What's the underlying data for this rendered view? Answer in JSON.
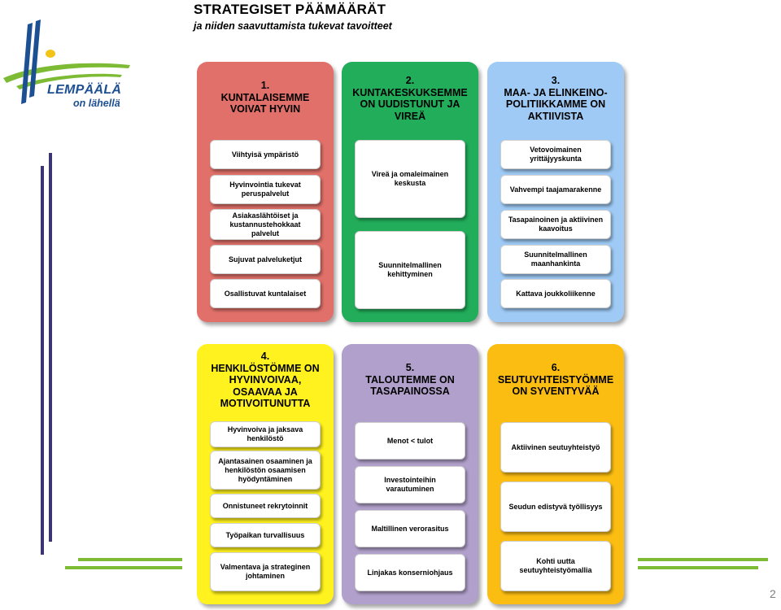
{
  "page": {
    "title": "STRATEGISET PÄÄMÄÄRÄT",
    "subtitle": "ja niiden saavuttamista tukevat tavoitteet",
    "page_number": "2"
  },
  "logo": {
    "name": "LEMPÄÄLÄ",
    "tagline": "on lähellä"
  },
  "colors": {
    "goal_1": "#e07069",
    "goal_2": "#21ad5a",
    "goal_3": "#9ecaf5",
    "goal_4": "#fff21e",
    "goal_5": "#b1a0cb",
    "goal_6": "#fbbd12",
    "logo_blue": "#1d4f93",
    "logo_green": "#7dbb35",
    "deco_purple": "#3b3573",
    "deco_green": "#7dbb35"
  },
  "goals": [
    {
      "number": "1.",
      "title": "KUNTALAISEMME\nVOIVAT HYVIN",
      "items": [
        "Viihtyisä ympäristö",
        "Hyvinvointia tukevat peruspalvelut",
        "Asiakaslähtöiset ja kustannustehokkaat palvelut",
        "Sujuvat palveluketjut",
        "Osallistuvat kuntalaiset"
      ]
    },
    {
      "number": "2.",
      "title": "KUNTAKESKUKSEMME\nON UUDISTUNUT JA\nVIREÄ",
      "items": [
        "Vireä ja omaleimainen keskusta",
        "Suunnitelmallinen kehittyminen"
      ]
    },
    {
      "number": "3.",
      "title": "MAA- JA ELINKEINO-\nPOLITIIKKAMME ON\nAKTIIVISTA",
      "items": [
        "Vetovoimainen yrittäjyyskunta",
        "Vahvempi taajamarakenne",
        "Tasapainoinen ja aktiivinen kaavoitus",
        "Suunnitelmallinen maanhankinta",
        "Kattava joukkoliikenne"
      ]
    },
    {
      "number": "4.",
      "title": "HENKILÖSTÖMME ON\nHYVINVOIVAA,\nOSAAVAA JA\nMOTIVOITUNUTTA",
      "items": [
        "Hyvinvoiva ja jaksava henkilöstö",
        "Ajantasainen osaaminen ja henkilöstön osaamisen hyödyntäminen",
        "Onnistuneet rekrytoinnit",
        "Työpaikan turvallisuus",
        "Valmentava ja strateginen johtaminen"
      ]
    },
    {
      "number": "5.",
      "title": "TALOUTEMME ON\nTASAPAINOSSA",
      "items": [
        "Menot < tulot",
        "Investointeihin varautuminen",
        "Maltillinen verorasitus",
        "Linjakas konserniohjaus"
      ]
    },
    {
      "number": "6.",
      "title": "SEUTUYHTEISTYÖMME\nON SYVENTYVÄÄ",
      "items": [
        "Aktiivinen seutuyhteistyö",
        "Seudun edistyvä työllisyys",
        "Kohti uutta seutuyhteistyömallia"
      ]
    }
  ]
}
